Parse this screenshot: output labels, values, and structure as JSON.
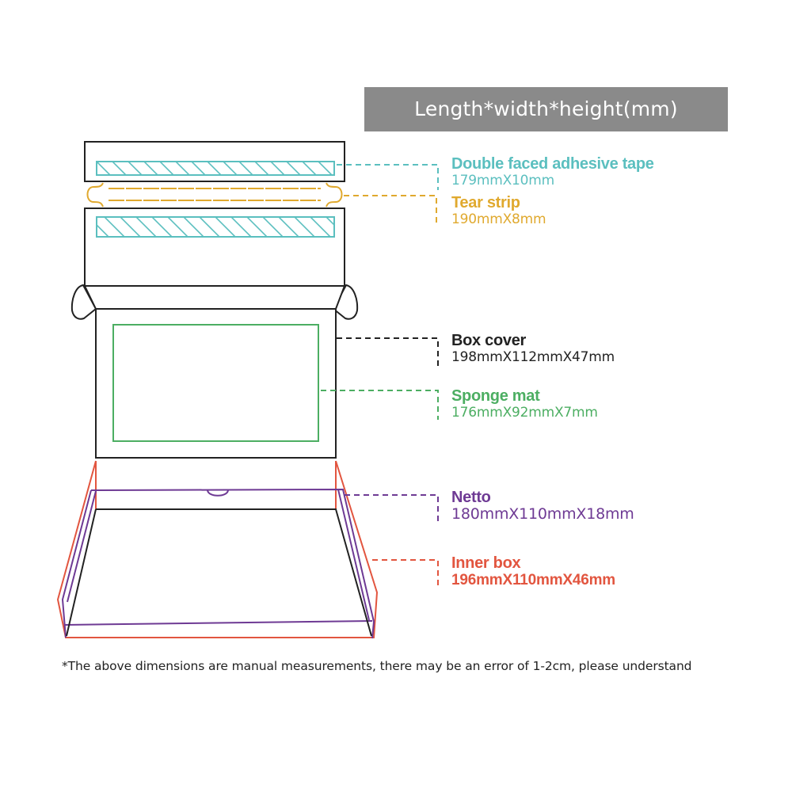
{
  "header": {
    "title": "Length*width*height(mm)"
  },
  "colors": {
    "banner_bg": "#8a8a8a",
    "tape": "#5bbfbf",
    "tear_strip": "#e0a92e",
    "box_cover": "#222222",
    "sponge_mat": "#4cae62",
    "netto": "#6e3a94",
    "inner_box": "#e2553f"
  },
  "components": [
    {
      "id": "double-faced-adhesive-tape",
      "title": "Double faced adhesive tape",
      "dims": "179mmX10mm",
      "color": "#5bbfbf"
    },
    {
      "id": "tear-strip",
      "title": "Tear strip",
      "dims": "190mmX8mm",
      "color": "#e0a92e"
    },
    {
      "id": "box-cover",
      "title": "Box cover",
      "dims": "198mmX112mmX47mm",
      "color": "#222222"
    },
    {
      "id": "sponge-mat",
      "title": "Sponge mat",
      "dims": "176mmX92mmX7mm",
      "color": "#4cae62"
    },
    {
      "id": "netto",
      "title": "Netto",
      "dims": "180mmX110mmX18mm",
      "color": "#6e3a94"
    },
    {
      "id": "inner-box",
      "title": "Inner box",
      "dims": "196mmX110mmX46mm",
      "color": "#e2553f"
    }
  ],
  "footnote": "*The above dimensions are manual measurements, there may be an error of 1-2cm, please understand"
}
